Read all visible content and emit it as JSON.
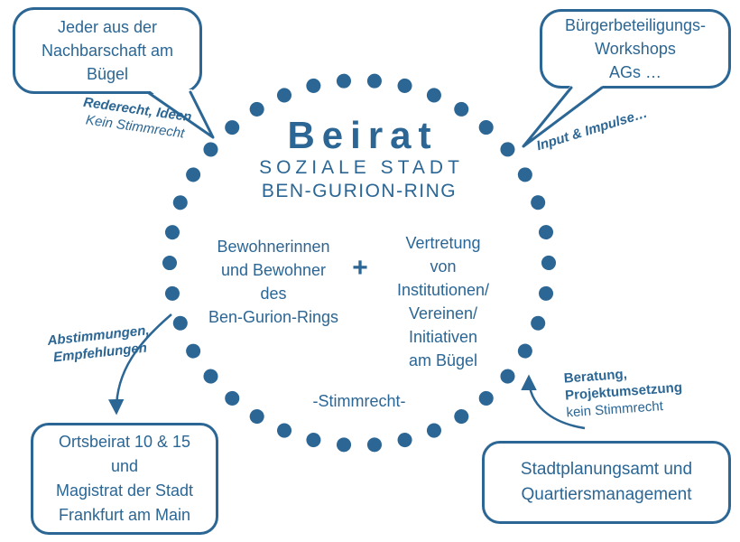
{
  "colors": {
    "blue": "#2b6694"
  },
  "circle": {
    "title": "Beirat",
    "subtitle_line1": "SOZIALE STADT",
    "subtitle_line2": "BEN-GURION-RING",
    "left_group": {
      "lines": [
        "Bewohnerinnen",
        "und Bewohner",
        "des",
        "Ben-Gurion-Rings"
      ]
    },
    "plus": "+",
    "right_group": {
      "lines": [
        "Vertretung",
        "von",
        "Institutionen/",
        "Vereinen/",
        "Initiativen",
        "am Bügel"
      ]
    },
    "voting_note": "-Stimmrecht-"
  },
  "bubble_top_left": {
    "lines": [
      "Jeder aus der",
      "Nachbarschaft am",
      "Bügel"
    ]
  },
  "bubble_top_right": {
    "lines": [
      "Bürgerbeteiligungs-",
      "Workshops",
      "AGs …"
    ]
  },
  "label_top_left": {
    "bold": "Rederecht, Ideen",
    "regular": "Kein Stimmrecht"
  },
  "label_top_right": {
    "bold": "Input & Impulse…"
  },
  "label_bottom_left": {
    "lines": [
      "Abstimmungen,",
      "Empfehlungen"
    ]
  },
  "label_bottom_right": {
    "bold_lines": [
      "Beratung,",
      "Projektumsetzung"
    ],
    "regular": "kein Stimmrecht"
  },
  "box_bottom_left": {
    "lines": [
      "Ortsbeirat 10 & 15",
      "und",
      "Magistrat der Stadt",
      "Frankfurt am Main"
    ]
  },
  "box_bottom_right": {
    "lines": [
      "Stadtplanungsamt und",
      "Quartiersmanagement"
    ]
  }
}
